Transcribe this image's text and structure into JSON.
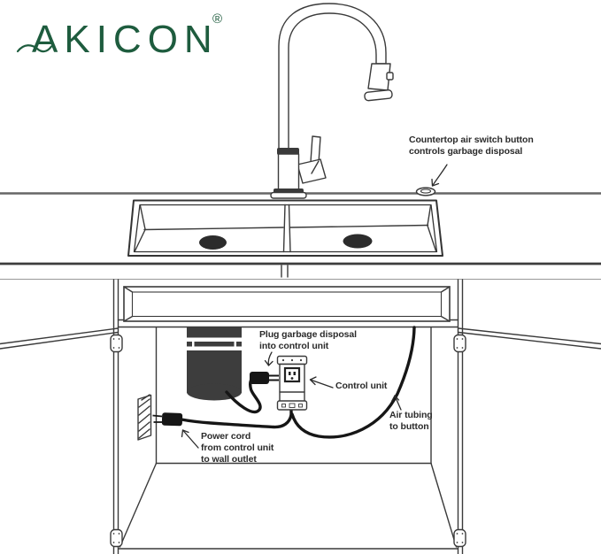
{
  "brand": {
    "name": "AKICON",
    "registered_mark": "®",
    "color": "#1e5c3e"
  },
  "annotations": {
    "air_switch": {
      "line1": "Countertop air switch button",
      "line2": "controls garbage disposal"
    },
    "plug_disposal": {
      "line1": "Plug garbage disposal",
      "line2": "into control unit"
    },
    "control_unit": {
      "label": "Control unit"
    },
    "air_tubing": {
      "line1": "Air tubing",
      "line2": "to button"
    },
    "power_cord": {
      "line1": "Power cord",
      "line2": "from control unit",
      "line3": "to wall outlet"
    }
  },
  "colors": {
    "line_art": "#3a3a3a",
    "cord_black": "#161616",
    "disposal_fill": "#3d3d3d",
    "brand_green": "#1e5c3e",
    "annotation_text": "#2b2b2b"
  }
}
